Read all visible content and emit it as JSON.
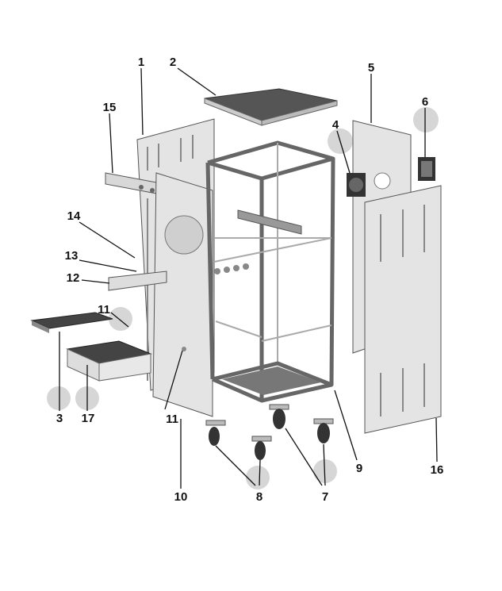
{
  "diagram": {
    "type": "exploded-view",
    "part_labels": {
      "p1": "1",
      "p2": "2",
      "p3": "3",
      "p4": "4",
      "p5": "5",
      "p6": "6",
      "p7": "7",
      "p8": "8",
      "p9": "9",
      "p10": "10",
      "p11a": "11",
      "p11b": "11",
      "p12": "12",
      "p13": "13",
      "p14": "14",
      "p15": "15",
      "p16": "16",
      "p17": "17"
    },
    "colors": {
      "panel": "#e4e4e4",
      "frame": "#666666",
      "highlight": "#d6d6d6",
      "label": "#111111"
    }
  }
}
